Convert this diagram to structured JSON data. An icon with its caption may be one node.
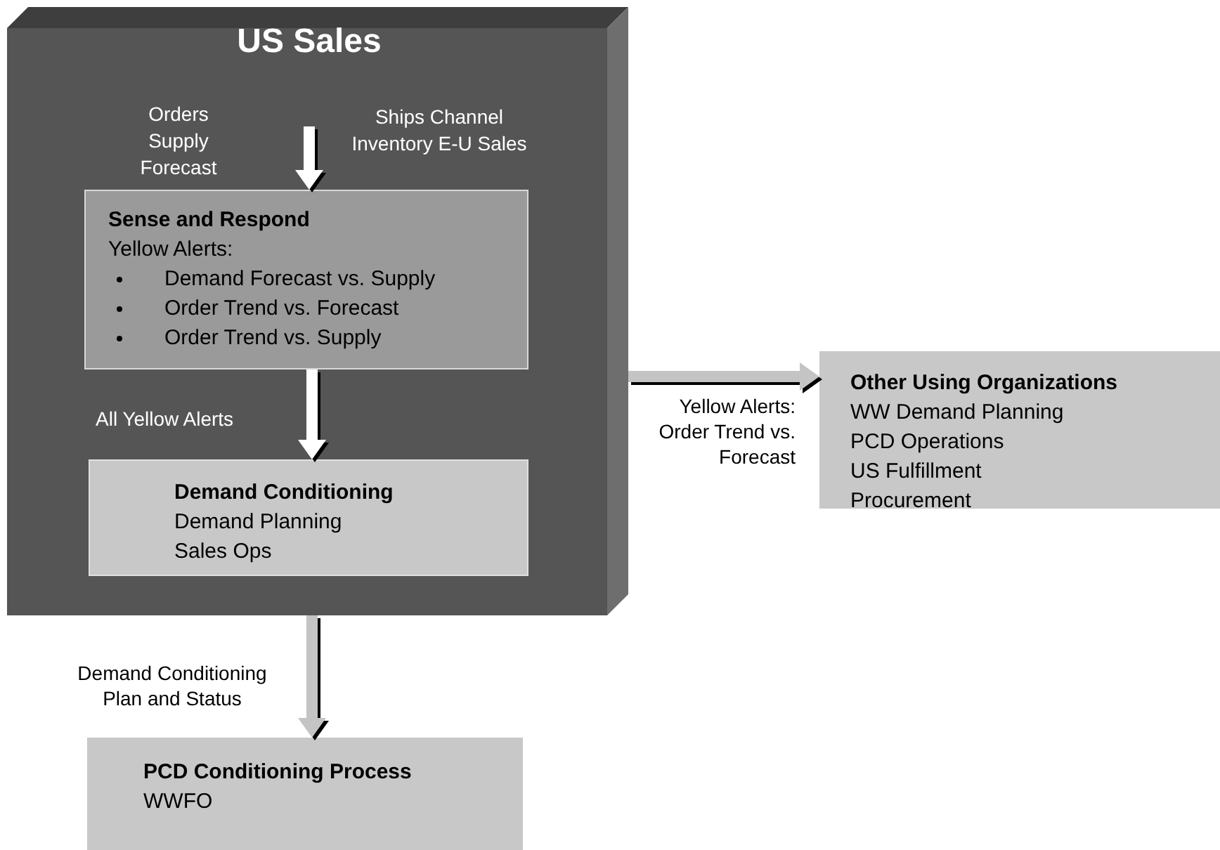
{
  "diagram": {
    "nodes": [
      {
        "text": [
          "US Sales"
        ]
      },
      {
        "text": [
          "Sense and Respond",
          "Yellow Alerts:",
          "Demand Forecast vs. Supply",
          "Order Trend vs. Forecast",
          "Order Trend vs. Supply"
        ],
        "in": 0
      },
      {
        "text": [
          "Demand Conditioning",
          "Demand Planning",
          "Sales Ops"
        ],
        "in": 0
      },
      {
        "text": [
          "Other Using Organizations",
          "WW Demand Planning",
          "PCD Operations",
          "US Fulfillment",
          "Procurement"
        ]
      },
      {
        "text": [
          "PCD Conditioning Process",
          "WWFO"
        ]
      }
    ],
    "edges": [
      {
        "from": null,
        "to": 1,
        "arrow": "to"
      },
      {
        "from": 1,
        "to": 2,
        "arrow": "to",
        "label": "All Yellow Alerts"
      },
      {
        "from": 0,
        "to": 3,
        "arrow": "to",
        "label": "Yellow Alerts: Order Trend vs. Forecast",
        "color": "#c4c4c4"
      },
      {
        "from": 0,
        "to": 4,
        "arrow": "to",
        "label": "Demand Conditioning Plan and Status",
        "color": "#c4c4c4"
      }
    ],
    "labels": [
      "Orders Supply Forecast",
      "Ships Channel Inventory E-U Sales"
    ]
  }
}
